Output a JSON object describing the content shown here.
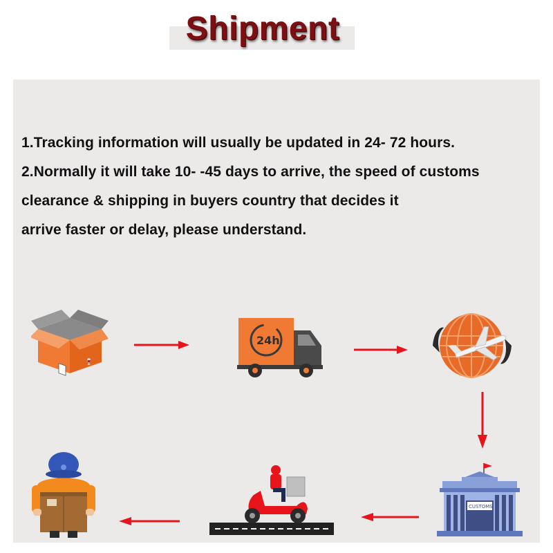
{
  "header": {
    "title": "Shipment"
  },
  "info": {
    "line1": "1.Tracking information will usually be updated in 24- 72 hours.",
    "line2": "2.Normally it will take 10- -45 days to arrive, the speed of customs",
    "line3": "clearance & shipping in buyers country that decides it",
    "line4": "arrive faster or delay, please understand."
  },
  "flow": {
    "steps": [
      {
        "icon": "package-box-icon"
      },
      {
        "icon": "delivery-truck-icon",
        "badge": "24h"
      },
      {
        "icon": "globe-airplane-icon"
      },
      {
        "icon": "customs-building-icon",
        "sign": "CUSTOMS"
      },
      {
        "icon": "scooter-courier-icon"
      },
      {
        "icon": "delivery-person-icon"
      }
    ],
    "arrow_color": "#e8141c",
    "accent_orange": "#f07a34"
  }
}
